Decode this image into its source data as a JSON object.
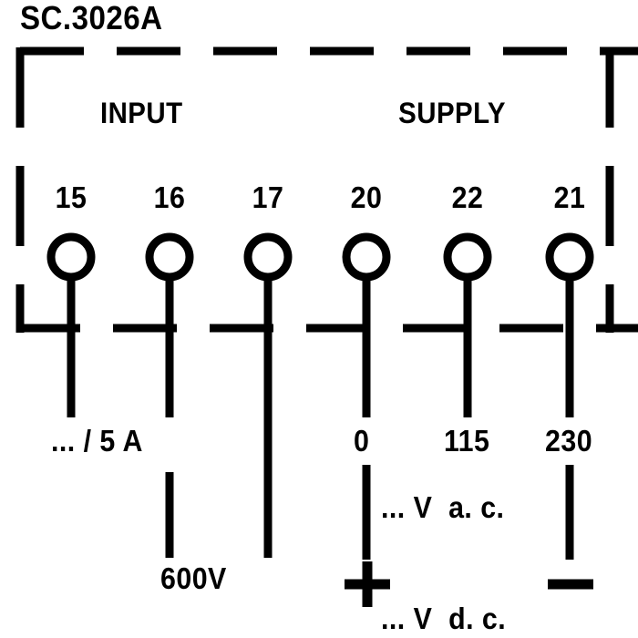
{
  "diagram": {
    "title": "SC.3026A",
    "sections": [
      {
        "id": "input",
        "label": "INPUT"
      },
      {
        "id": "supply",
        "label": "SUPPLY"
      }
    ],
    "terminals": [
      {
        "id": "t15",
        "number": "15",
        "group": "input"
      },
      {
        "id": "t16",
        "number": "16",
        "group": "input"
      },
      {
        "id": "t17",
        "number": "17",
        "group": "input"
      },
      {
        "id": "t20",
        "number": "20",
        "group": "supply"
      },
      {
        "id": "t22",
        "number": "22",
        "group": "supply"
      },
      {
        "id": "t21",
        "number": "21",
        "group": "supply"
      }
    ],
    "wire_labels": {
      "current_rating": "... / 5 A",
      "voltage_rating": "600V",
      "supply_0": "0",
      "supply_115": "115",
      "supply_230": "230",
      "ac_note": "... V  a. c.",
      "dc_note": "... V  d. c.",
      "plus_sign": "+",
      "minus_sign": "–"
    },
    "colors": {
      "stroke": "#000000",
      "background": "#ffffff"
    }
  }
}
